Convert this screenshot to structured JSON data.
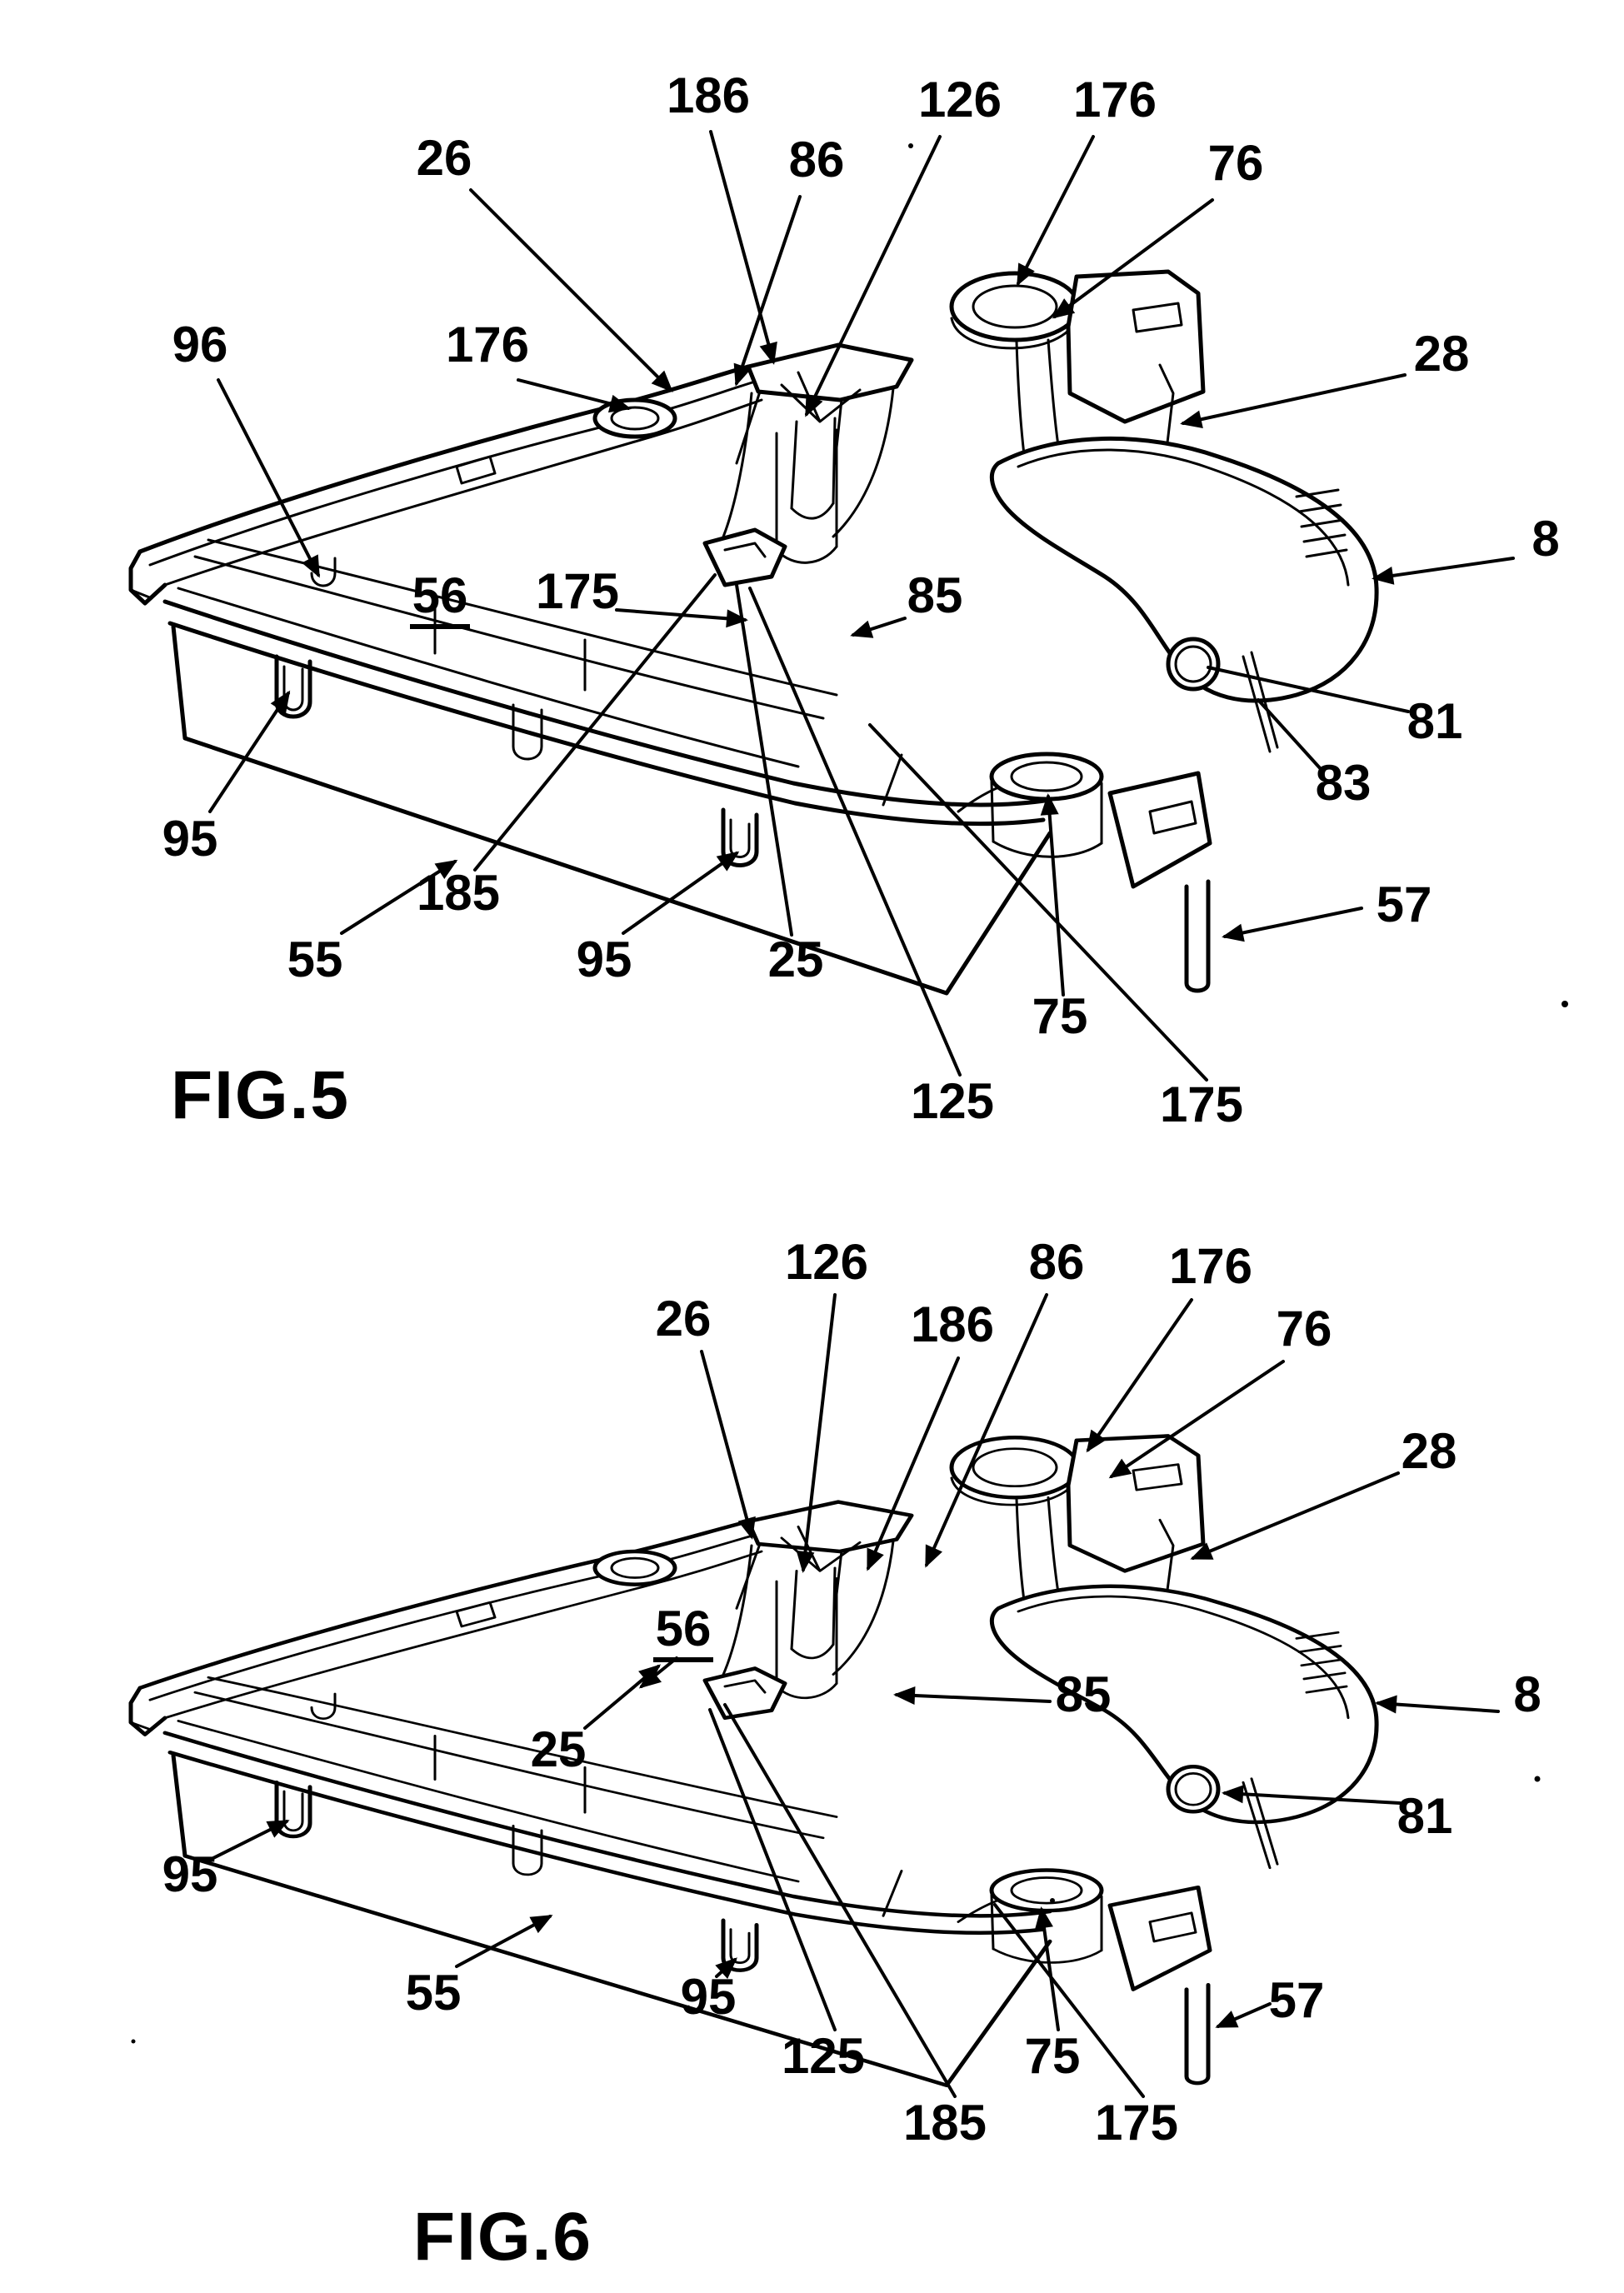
{
  "sheet": {
    "paper_color": "#ffffff",
    "ink_color": "#000000"
  },
  "fig5": {
    "caption": "FIG.5",
    "labels": {
      "n26": "26",
      "n186": "186",
      "n126": "126",
      "n176a": "176",
      "n76": "76",
      "n86": "86",
      "n96": "96",
      "n176b": "176",
      "n28": "28",
      "n8": "8",
      "n56": "56",
      "n175a": "175",
      "n85": "85",
      "n81": "81",
      "n83": "83",
      "n95a": "95",
      "n55": "55",
      "n185": "185",
      "n95b": "95",
      "n25": "25",
      "n75": "75",
      "n125": "125",
      "n175b": "175",
      "n57": "57"
    }
  },
  "fig6": {
    "caption": "FIG.6",
    "labels": {
      "n126": "126",
      "n86": "86",
      "n176": "176",
      "n26": "26",
      "n186": "186",
      "n76": "76",
      "n28": "28",
      "n8": "8",
      "n56": "56",
      "n85": "85",
      "n25": "25",
      "n81": "81",
      "n95a": "95",
      "n55": "55",
      "n95b": "95",
      "n125": "125",
      "n185": "185",
      "n75": "75",
      "n175": "175",
      "n57": "57"
    }
  }
}
